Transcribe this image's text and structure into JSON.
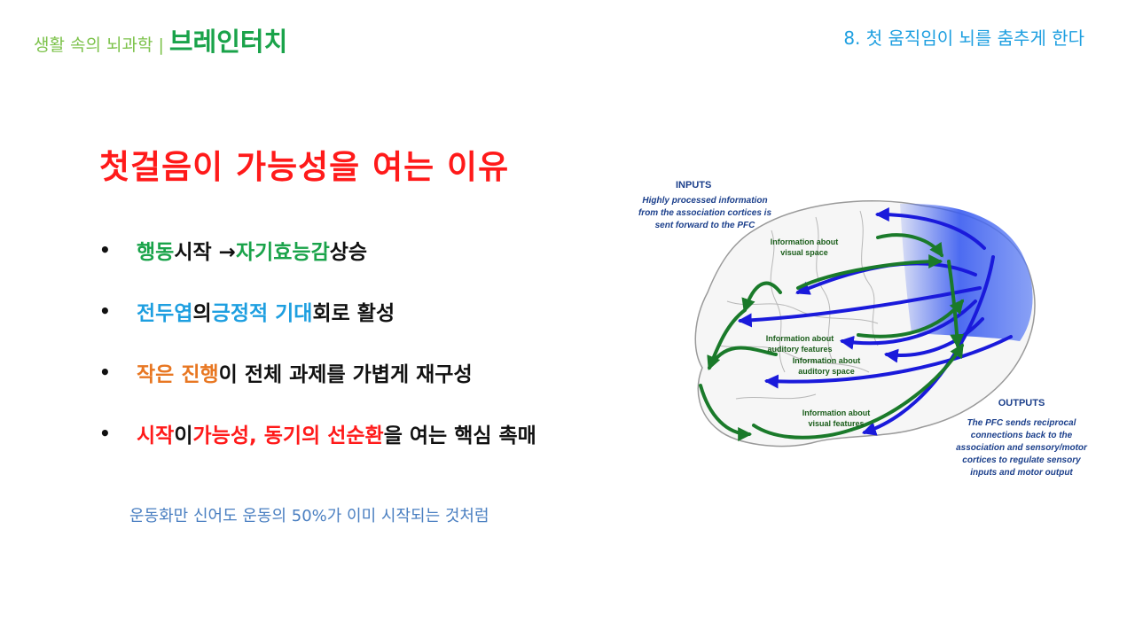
{
  "header": {
    "brand_sub": "생활 속의 뇌과학",
    "brand_sep": "|",
    "brand_main": "브레인터치",
    "chapter": "8. 첫 움직임이 뇌를 춤추게 한다"
  },
  "title": "첫걸음이 가능성을 여는 이유",
  "bullets": [
    {
      "marker": "•",
      "segs": [
        {
          "text": "행동 ",
          "color": "green"
        },
        {
          "text": "시작 → ",
          "color": "black"
        },
        {
          "text": "자기효능감",
          "color": "green"
        },
        {
          "text": " 상승",
          "color": "black"
        }
      ]
    },
    {
      "marker": "•",
      "segs": [
        {
          "text": "전두엽",
          "color": "blue"
        },
        {
          "text": "의 ",
          "color": "black"
        },
        {
          "text": "긍정적 기대",
          "color": "blue"
        },
        {
          "text": " 회로 활성",
          "color": "black"
        }
      ]
    },
    {
      "marker": "•",
      "segs": [
        {
          "text": "작은 진행",
          "color": "orange"
        },
        {
          "text": "이 전체 과제를 가볍게 재구성",
          "color": "black"
        }
      ]
    },
    {
      "marker": "•",
      "segs": [
        {
          "text": "시작",
          "color": "red"
        },
        {
          "text": "이 ",
          "color": "black"
        },
        {
          "text": "가능성, 동기의 선순환",
          "color": "red"
        },
        {
          "text": "을 여는 핵심 촉매",
          "color": "black"
        }
      ]
    }
  ],
  "note": "운동화만 신어도 운동의 50%가 이미 시작되는 것처럼",
  "figure": {
    "inputs_heading": "INPUTS",
    "inputs_text": [
      "Highly processed information",
      "from the association cortices is",
      "sent forward to the PFC"
    ],
    "outputs_heading": "OUTPUTS",
    "outputs_text": [
      "The PFC sends reciprocal",
      "connections back to the",
      "association and sensory/motor",
      "cortices to regulate sensory",
      "inputs and motor output"
    ],
    "label_visual_space": [
      "Information about",
      "visual space"
    ],
    "label_auditory_features": [
      "Information about",
      "auditory features"
    ],
    "label_auditory_space": [
      "Information about",
      "auditory space"
    ],
    "label_visual_features": [
      "Information about",
      "visual features"
    ]
  },
  "colors": {
    "brand_light": "#7cc24a",
    "brand_dark": "#1aa34a",
    "chapter": "#1e9fe0",
    "title": "#ff1a1a",
    "note": "#4a7fc1",
    "arrow_blue": "#1a1adb",
    "arrow_green": "#1a7a2a",
    "pfc": "#3a5cf0"
  }
}
